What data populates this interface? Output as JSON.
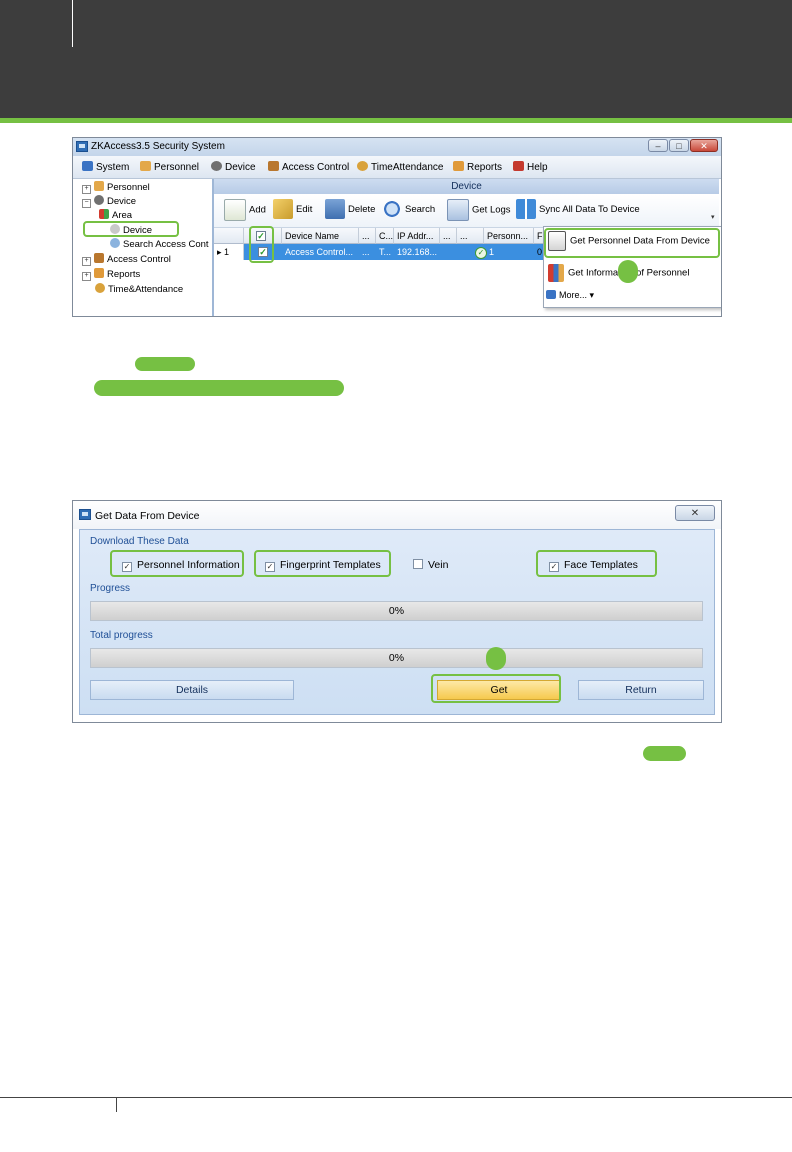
{
  "colors": {
    "header": "#3d3d3d",
    "accent": "#76c043",
    "selected_row": "#3b8fe0"
  },
  "window1": {
    "title": "ZKAccess3.5 Security System",
    "menu": [
      {
        "label": "System",
        "icon": "system-icon"
      },
      {
        "label": "Personnel",
        "icon": "personnel-icon"
      },
      {
        "label": "Device",
        "icon": "device-gear-icon"
      },
      {
        "label": "Access Control",
        "icon": "access-control-icon"
      },
      {
        "label": "TimeAttendance",
        "icon": "time-attendance-icon"
      },
      {
        "label": "Reports",
        "icon": "reports-icon"
      },
      {
        "label": "Help",
        "icon": "help-icon"
      }
    ],
    "tree": {
      "personnel": "Personnel",
      "device": "Device",
      "area": "Area",
      "device_child": "Device",
      "search_access": "Search Access Cont",
      "access_control": "Access Control",
      "reports": "Reports",
      "time_attendance": "Time&Attendance"
    },
    "band_title": "Device",
    "toolbar": {
      "add": "Add",
      "edit": "Edit",
      "delete": "Delete",
      "search": "Search",
      "get_logs": "Get Logs",
      "sync_all": "Sync All Data To Device"
    },
    "grid": {
      "headers": [
        "Device Name",
        "...",
        "C...",
        "IP Addr...",
        "...",
        "...",
        "Personn...",
        "Fi"
      ],
      "row": {
        "index": "1",
        "device_name": "Access Control...",
        "col2": "...",
        "col3": "T...",
        "ip": "192.168...",
        "personnel": "1",
        "fi": "0"
      }
    },
    "context_menu": {
      "get_personnel": "Get Personnel Data From Device",
      "get_info": "Get Information of Personnel",
      "more": "More..."
    }
  },
  "dialog": {
    "title": "Get Data From Device",
    "close": "✕",
    "section_label": "Download These Data",
    "options": {
      "personnel_information": "Personnel Information",
      "fingerprint_templates": "Fingerprint Templates",
      "vein": "Vein",
      "face_templates": "Face Templates"
    },
    "progress_label": "Progress",
    "progress_value": "0%",
    "total_progress_label": "Total progress",
    "total_progress_value": "0%",
    "buttons": {
      "details": "Details",
      "get": "Get",
      "return": "Return"
    }
  }
}
